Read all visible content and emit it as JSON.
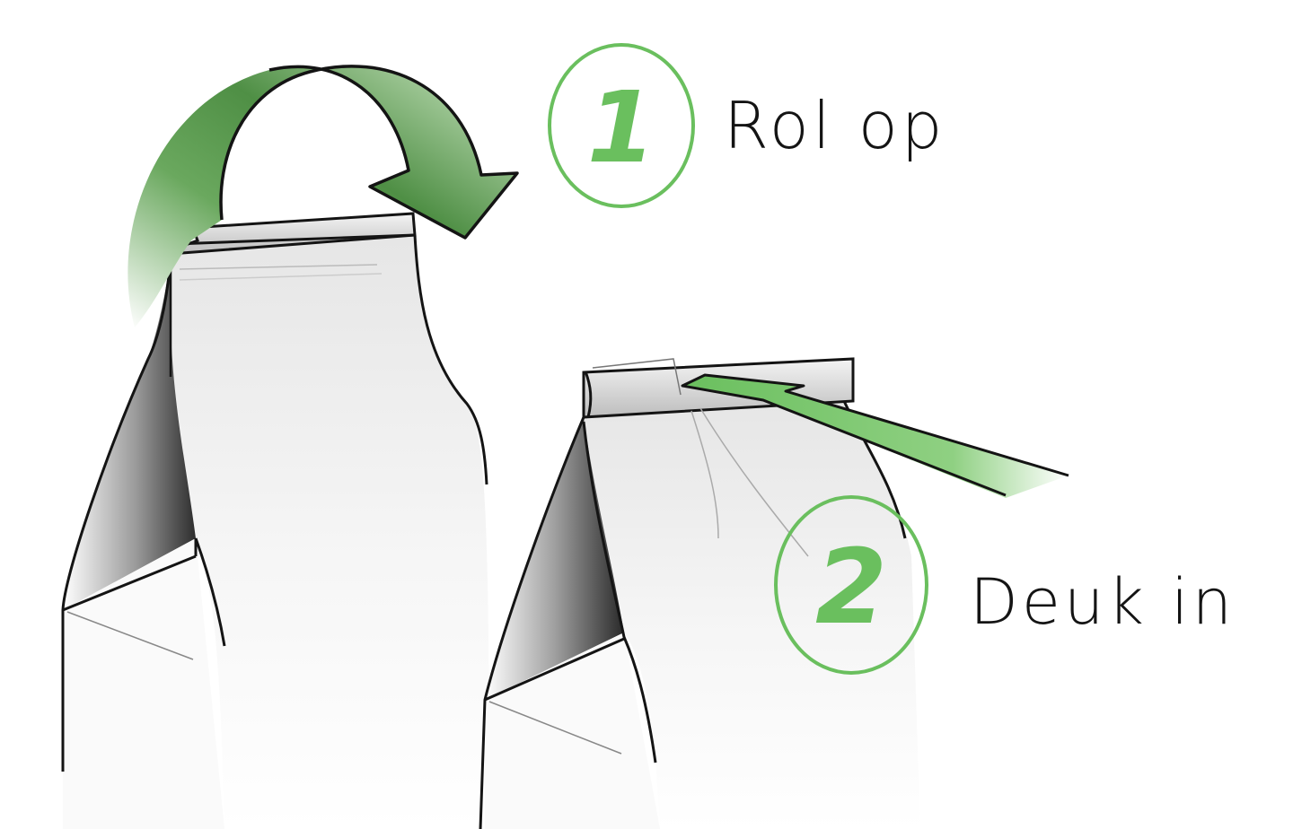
{
  "steps": [
    {
      "number": "1",
      "label": "Rol op"
    },
    {
      "number": "2",
      "label": "Deuk in"
    }
  ],
  "colors": {
    "accent_green": "#6abf5e",
    "accent_green_light": "#b9e0ad",
    "outline": "#141414",
    "bag_fill": "#f2f2f2",
    "bag_shadow": "#3a3a3a"
  },
  "icons": {
    "step1_arrow": "curved-roll-arrow-icon",
    "step2_arrow": "push-in-arrow-icon"
  }
}
